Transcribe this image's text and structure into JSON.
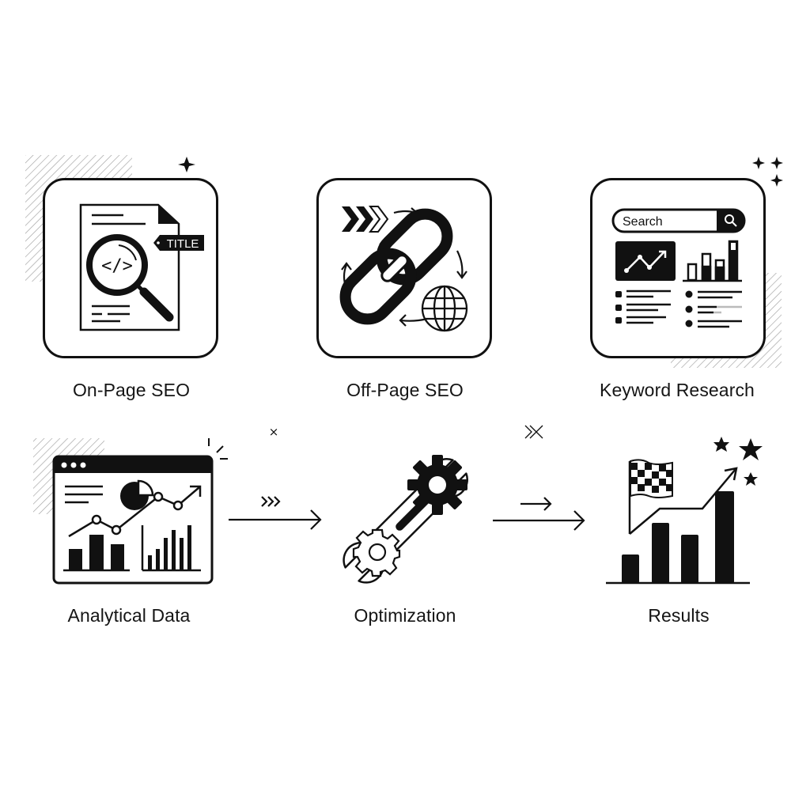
{
  "diagram": {
    "type": "process-flow",
    "top_row": [
      {
        "id": "on-page-seo",
        "label": "On-Page SEO",
        "icon": "document-magnifier-code-icon",
        "tag_text": "TITLE",
        "code_glyph": "</>"
      },
      {
        "id": "off-page-seo",
        "label": "Off-Page SEO",
        "icon": "chain-link-globe-icon"
      },
      {
        "id": "keyword-research",
        "label": "Keyword Research",
        "icon": "search-dashboard-icon",
        "search_text": "Search"
      }
    ],
    "bottom_row": [
      {
        "id": "analytical-data",
        "label": "Analytical Data",
        "icon": "browser-analytics-icon"
      },
      {
        "id": "optimization",
        "label": "Optimization",
        "icon": "wrench-gears-icon"
      },
      {
        "id": "results",
        "label": "Results",
        "icon": "growth-chart-flag-icon"
      }
    ],
    "connectors": [
      {
        "from": "analytical-data",
        "to": "optimization",
        "type": "arrow",
        "accent": ">>>"
      },
      {
        "from": "optimization",
        "to": "results",
        "type": "arrow",
        "accent": "→"
      }
    ],
    "colors": {
      "ink": "#111111",
      "background": "#ffffff",
      "hatch": "#9a9a9a"
    }
  }
}
